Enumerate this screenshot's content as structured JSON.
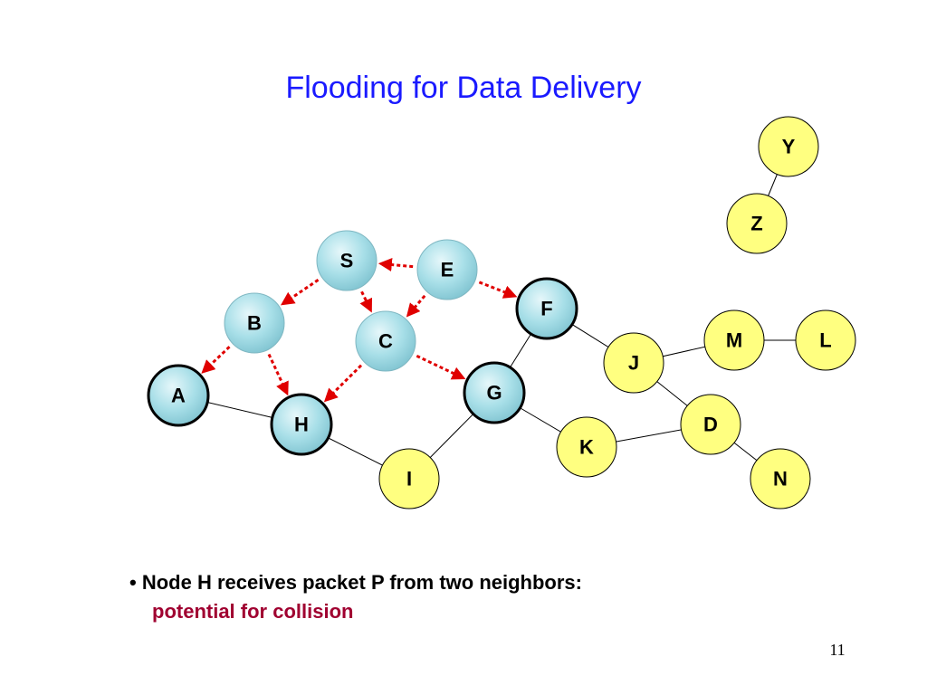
{
  "title": "Flooding for Data Delivery",
  "nodes": [
    {
      "id": "S",
      "label": "S",
      "style": "reached"
    },
    {
      "id": "E",
      "label": "E",
      "style": "reached"
    },
    {
      "id": "B",
      "label": "B",
      "style": "reached"
    },
    {
      "id": "C",
      "label": "C",
      "style": "reached"
    },
    {
      "id": "F",
      "label": "F",
      "style": "receiving"
    },
    {
      "id": "A",
      "label": "A",
      "style": "receiving"
    },
    {
      "id": "G",
      "label": "G",
      "style": "receiving"
    },
    {
      "id": "H",
      "label": "H",
      "style": "receiving"
    },
    {
      "id": "I",
      "label": "I",
      "style": "idle"
    },
    {
      "id": "J",
      "label": "J",
      "style": "idle"
    },
    {
      "id": "K",
      "label": "K",
      "style": "idle"
    },
    {
      "id": "M",
      "label": "M",
      "style": "idle"
    },
    {
      "id": "L",
      "label": "L",
      "style": "idle"
    },
    {
      "id": "D",
      "label": "D",
      "style": "idle"
    },
    {
      "id": "N",
      "label": "N",
      "style": "idle"
    },
    {
      "id": "Y",
      "label": "Y",
      "style": "idle"
    },
    {
      "id": "Z",
      "label": "Z",
      "style": "idle"
    }
  ],
  "links": [
    [
      "A",
      "H"
    ],
    [
      "H",
      "I"
    ],
    [
      "I",
      "G"
    ],
    [
      "G",
      "F"
    ],
    [
      "G",
      "K"
    ],
    [
      "F",
      "J"
    ],
    [
      "J",
      "M"
    ],
    [
      "M",
      "L"
    ],
    [
      "J",
      "D"
    ],
    [
      "K",
      "D"
    ],
    [
      "D",
      "N"
    ],
    [
      "Y",
      "Z"
    ]
  ],
  "transmissions": [
    [
      "E",
      "S"
    ],
    [
      "E",
      "C"
    ],
    [
      "E",
      "F"
    ],
    [
      "S",
      "B"
    ],
    [
      "S",
      "C"
    ],
    [
      "B",
      "A"
    ],
    [
      "B",
      "H"
    ],
    [
      "C",
      "H"
    ],
    [
      "C",
      "G"
    ]
  ],
  "bullet": {
    "marker": "•",
    "line1": "Node H receives packet P from two neighbors:",
    "line2": "potential for collision"
  },
  "page_number": "11",
  "colors": {
    "title": "#1a1aff",
    "reached_fill": "#a8dfe8",
    "idle_fill": "#ffff80",
    "transmission": "#e00000",
    "emphasis": "#a00030"
  }
}
